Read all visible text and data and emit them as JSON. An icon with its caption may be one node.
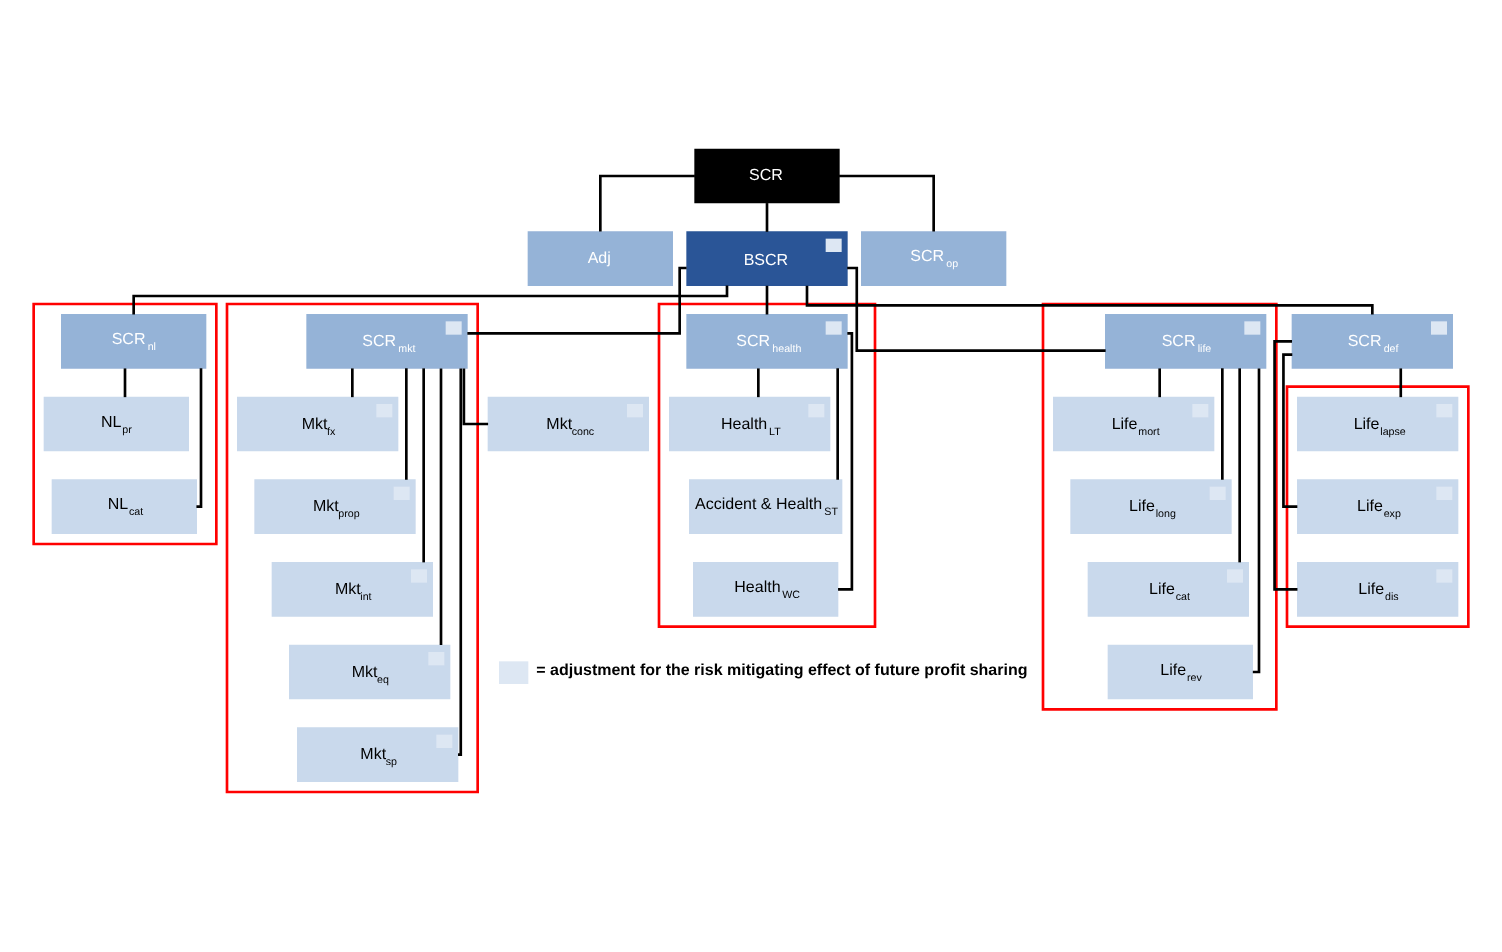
{
  "diagram": {
    "nodes": [
      {
        "text": [
          "SCR"
        ]
      },
      {
        "text": [
          "Adj"
        ]
      },
      {
        "text": [
          "BSCR"
        ]
      },
      {
        "text": [
          "SCR$_{op}$"
        ]
      },
      {
        "text": [],
        "shape": "box"
      },
      {
        "text": [
          "SCR$_{nl}$"
        ],
        "in": 4
      },
      {
        "text": [
          "NL$_{pr}$"
        ],
        "in": 4
      },
      {
        "text": [
          "NL$_{cat}$"
        ],
        "in": 4
      },
      {
        "text": [],
        "shape": "box"
      },
      {
        "text": [
          "SCR$_{mkt}$"
        ],
        "in": 8
      },
      {
        "text": [
          "Mkt$_{fx}$"
        ],
        "in": 8
      },
      {
        "text": [
          "Mkt$_{prop}$"
        ],
        "in": 8
      },
      {
        "text": [
          "Mkt$_{int}$"
        ],
        "in": 8
      },
      {
        "text": [
          "Mkt$_{eq}$"
        ],
        "in": 8
      },
      {
        "text": [
          "Mkt$_{sp}$"
        ],
        "in": 8
      },
      {
        "text": [
          "Mkt$_{conc}$"
        ]
      },
      {
        "text": [],
        "shape": "box"
      },
      {
        "text": [
          "SCR$_{health}$"
        ],
        "in": 16
      },
      {
        "text": [
          "Health$_{LT}$"
        ],
        "in": 16
      },
      {
        "text": [
          "Accident & Health$_{ST}$"
        ],
        "in": 16
      },
      {
        "text": [
          "Health$_{WC}$"
        ],
        "in": 16
      },
      {
        "text": [
          "SCR$_{def}$"
        ]
      },
      {
        "text": [],
        "shape": "box"
      },
      {
        "text": [
          "Life$_{lapse}$"
        ],
        "in": 22
      },
      {
        "text": [
          "Life$_{exp}$"
        ],
        "in": 22
      },
      {
        "text": [
          "Life$_{dis}$"
        ],
        "in": 22
      },
      {
        "text": [],
        "shape": "box"
      },
      {
        "text": [
          "SCR$_{life}$"
        ],
        "in": 26
      },
      {
        "text": [
          "Life$_{mort}$"
        ],
        "in": 26
      },
      {
        "text": [
          "Life$_{long}$"
        ],
        "in": 26
      },
      {
        "text": [
          "Life$_{cat}$"
        ],
        "in": 26
      },
      {
        "text": [
          "Life$_{rev}$"
        ],
        "in": 26
      }
    ],
    "edges": [
      {
        "from": 0,
        "to": 1,
        "arrow": "none"
      },
      {
        "from": 0,
        "to": 2,
        "arrow": "none"
      },
      {
        "from": 0,
        "to": 3,
        "arrow": "none"
      },
      {
        "from": 2,
        "to": 5,
        "arrow": "none"
      },
      {
        "from": 2,
        "to": 9,
        "arrow": "none"
      },
      {
        "from": 2,
        "to": 17,
        "arrow": "none"
      },
      {
        "from": 2,
        "to": 21,
        "arrow": "none"
      },
      {
        "from": 2,
        "to": 27,
        "arrow": "none"
      },
      {
        "from": 5,
        "to": 6,
        "arrow": "none"
      },
      {
        "from": 5,
        "to": 7,
        "arrow": "none"
      },
      {
        "from": 9,
        "to": 10,
        "arrow": "none"
      },
      {
        "from": 9,
        "to": 11,
        "arrow": "none"
      },
      {
        "from": 9,
        "to": 12,
        "arrow": "none"
      },
      {
        "from": 9,
        "to": 13,
        "arrow": "none"
      },
      {
        "from": 9,
        "to": 14,
        "arrow": "none"
      },
      {
        "from": 9,
        "to": 15,
        "arrow": "none"
      },
      {
        "from": 17,
        "to": 18,
        "arrow": "none"
      },
      {
        "from": 17,
        "to": 19,
        "arrow": "none"
      },
      {
        "from": 17,
        "to": 20,
        "arrow": "none"
      },
      {
        "from": 21,
        "to": 23,
        "arrow": "none"
      },
      {
        "from": 21,
        "to": 24,
        "arrow": "none"
      },
      {
        "from": 21,
        "to": 25,
        "arrow": "none"
      },
      {
        "from": 27,
        "to": 28,
        "arrow": "none"
      },
      {
        "from": 27,
        "to": 29,
        "arrow": "none"
      },
      {
        "from": 27,
        "to": 30,
        "arrow": "none"
      },
      {
        "from": 27,
        "to": 31,
        "arrow": "none"
      }
    ],
    "legend": [
      {
        "text": "= adjustment for the risk mitigating effect of future profit sharing"
      }
    ]
  }
}
